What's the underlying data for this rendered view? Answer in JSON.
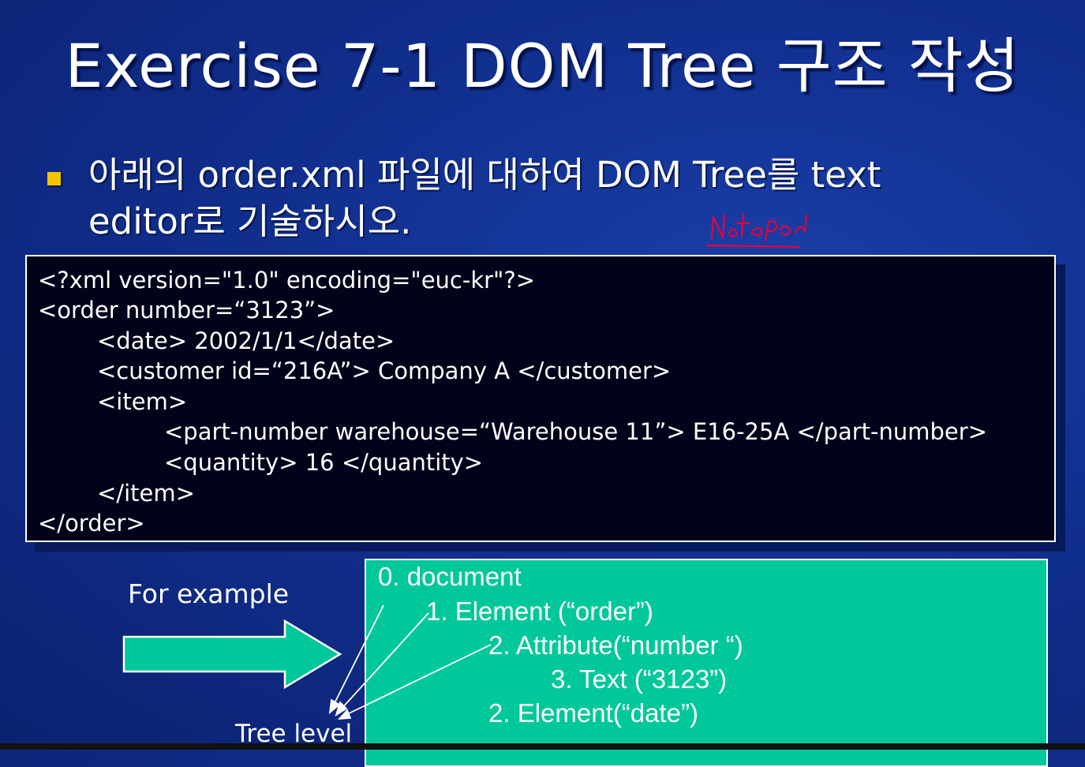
{
  "slide": {
    "title": "Exercise 7-1 DOM Tree 구조 작성",
    "bullet_text": "아래의 order.xml 파일에 대하여 DOM Tree를 text\neditor로 기술하시오."
  },
  "code_lines": [
    "<?xml version=\"1.0\" encoding=\"euc-kr\"?>",
    "<order number=“3123”>",
    "<date> 2002/1/1</date>",
    "<customer id=“216A”> Company A </customer>",
    "<item>",
    "<part-number warehouse=“Warehouse 11”> E16-25A </part-number>",
    "<quantity> 16 </quantity>",
    "</item>",
    "</order>"
  ],
  "example": {
    "label": "For example",
    "tree_level_label": "Tree level"
  },
  "tree_lines": [
    "0. document",
    "1. Element (“order”)",
    "2. Attribute(“number “)",
    "3. Text (“3123”)",
    "2. Element(“date”)"
  ],
  "colors": {
    "background": "#112f8f",
    "bullet": "#f5c400",
    "code_background": "#02021a",
    "tree_background": "#00c89a",
    "arrow_fill": "#00c89a",
    "annotation_ink": "#e8003c"
  },
  "icons": {
    "bullet": "square-bullet-icon",
    "arrow": "right-arrow-icon",
    "handwriting": "handwritten-annotation"
  }
}
